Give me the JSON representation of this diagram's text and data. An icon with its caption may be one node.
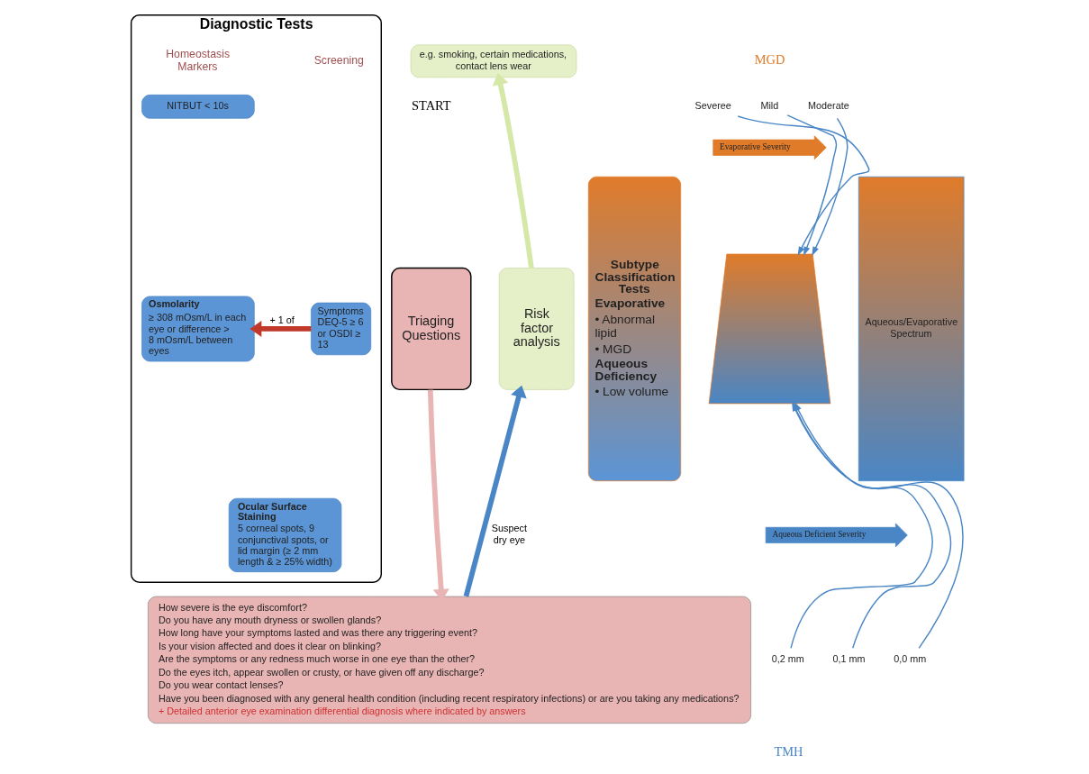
{
  "diagram": {
    "nodes": [
      {
        "text": [
          "Triaging Questions"
        ]
      },
      {
        "text": [
          "Risk factor analysis"
        ]
      },
      {
        "text": [
          "e.g. smoking, certain medications, contact lens wear"
        ]
      },
      {
        "text": [
          "How severe is the eye discomfort?",
          "Do you have any mouth dryness or swollen glands?",
          "How long have your symptoms lasted and was there any triggering event?",
          "Is your vision affected and does it clear on blinking?",
          "Are the symptoms or any redness much worse in one eye than the other?",
          "Do the eyes itch, appear swollen or crusty, or have given off any discharge?",
          "Do you wear contact lenses?",
          "Have you been diagnosed with any general health condition (including recent respiratory infections) or are you taking any medications?",
          "+ Detailed anterior eye examination differential diagnosis where indicated by answers"
        ]
      },
      {
        "text": [
          "Diagnostic Tests"
        ]
      },
      {
        "text": [
          "Symptoms DEQ-5 ≥ 6 or OSDI ≥ 13"
        ],
        "in": 4
      },
      {
        "text": [
          "NITBUT < 10s"
        ],
        "in": 4
      },
      {
        "text": [
          "Osmolarity",
          "≥ 308 mOsm/L in each eye or difference > 8 mOsm/L between eyes"
        ],
        "in": 4
      },
      {
        "text": [
          "Ocular Surface Staining",
          "5 corneal spots, 9 conjunctival spots, or lid margin (≥ 2 mm length & ≥ 25% width)"
        ],
        "in": 4
      },
      {
        "text": [
          "Subtype Classification Tests",
          "Evaporative",
          "• Abnormal lipid",
          "• MGD",
          "Aqueous Deficiency",
          "• Low volume"
        ]
      },
      {
        "text": [
          "Evaporative Severity"
        ]
      },
      {
        "text": [
          "Aqueous Deficient Severity"
        ]
      },
      {
        "text": [],
        "shape": "box"
      },
      {
        "text": [
          "Mild"
        ]
      },
      {
        "text": [
          "Moderate"
        ]
      },
      {
        "text": [
          "Severee"
        ]
      },
      {
        "text": [
          "0,2 mm"
        ]
      },
      {
        "text": [
          "0,1 mm"
        ]
      },
      {
        "text": [
          "0,0 mm"
        ]
      },
      {
        "text": [
          "Aqueous/Evaporative Spectrum"
        ]
      }
    ],
    "edges": [
      {
        "from": 0,
        "to": 3,
        "arrow": "to",
        "style": "thick",
        "color": "#e8b4b4"
      },
      {
        "from": 3,
        "to": 1,
        "arrow": "to",
        "label": "Suspect dry eye",
        "style": "thick"
      },
      {
        "from": 1,
        "to": 2,
        "arrow": "to",
        "style": "thick",
        "color": "#d6e8a8"
      },
      {
        "from": 5,
        "to": 7,
        "arrow": "to",
        "label": "+ 1 of",
        "style": "thick",
        "color": "#c0392b"
      },
      {
        "from": 13,
        "to": 12,
        "arrow": "to"
      },
      {
        "from": 14,
        "to": 12,
        "arrow": "to"
      },
      {
        "from": 15,
        "to": 12,
        "arrow": "to"
      },
      {
        "from": 16,
        "to": 12,
        "arrow": "to"
      },
      {
        "from": 17,
        "to": 12,
        "arrow": "to"
      },
      {
        "from": 18,
        "to": 12,
        "arrow": "to"
      }
    ],
    "labels": [
      "START",
      "Screening",
      "Homeostasis Markers",
      "MGD",
      "TMH"
    ]
  }
}
